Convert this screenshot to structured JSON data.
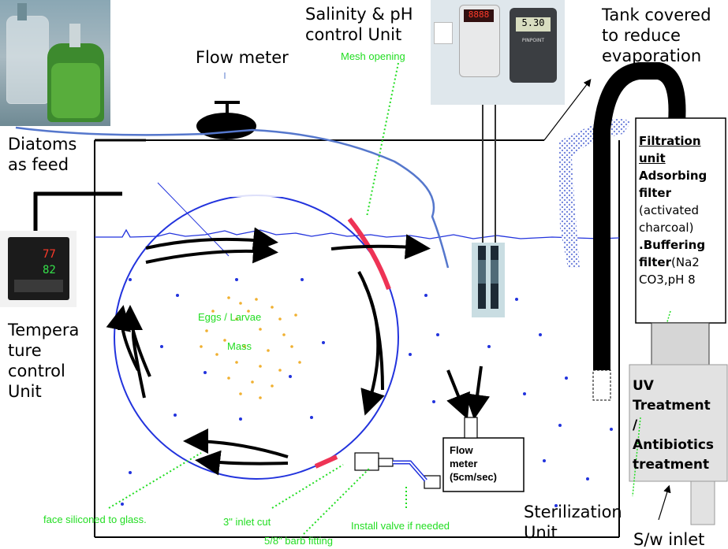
{
  "labels": {
    "salinity_unit": [
      "Salinity & pH",
      "control Unit"
    ],
    "flow_meter_top": "Flow meter",
    "mesh_opening": "Mesh opening",
    "tank_covered": [
      "Tank covered",
      "to reduce",
      "evaporation"
    ],
    "diatoms": [
      "Diatoms",
      "as feed"
    ],
    "temperature_unit": [
      "Tempera",
      "ture",
      "control",
      "Unit"
    ],
    "eggs_larvae": "Eggs / Larvae",
    "mass": "Mass",
    "face_siliconed": "face siliconed to glass.",
    "inlet_cut": "3\" inlet cut",
    "barb_fitting": "5/8\" barb fitting",
    "install_valve": "Install valve if needed",
    "flow_meter_box": [
      "Flow",
      "meter",
      "(5cm/sec)"
    ],
    "sterilization": [
      "Sterilization",
      "Unit"
    ],
    "sw_inlet": "S/w inlet",
    "uv_treatment": [
      "UV",
      "Treatment",
      "/",
      "Antibiotics",
      "treatment"
    ]
  },
  "filtration": {
    "title": "Filtration unit",
    "adsorbing": "Adsorbing filter",
    "adsorbing_detail": "(activated charcoal)",
    "buffering": ".Buffering filter",
    "buffering_detail": "(Na2 CO3,pH 8"
  },
  "controllers": {
    "temp_display_top": "77",
    "temp_display_bottom": "82",
    "salinity_display": "8888",
    "ph_display": "5.30",
    "ph_brand": "PINPOINT"
  },
  "colors": {
    "water_line": "#2233dd",
    "tank_outline": "#000000",
    "pipe_blue": "#5577cc",
    "mesh_red": "#ee3355",
    "green_label": "#22dd22",
    "particles": "#2233dd",
    "eggs": "#f0b030"
  }
}
